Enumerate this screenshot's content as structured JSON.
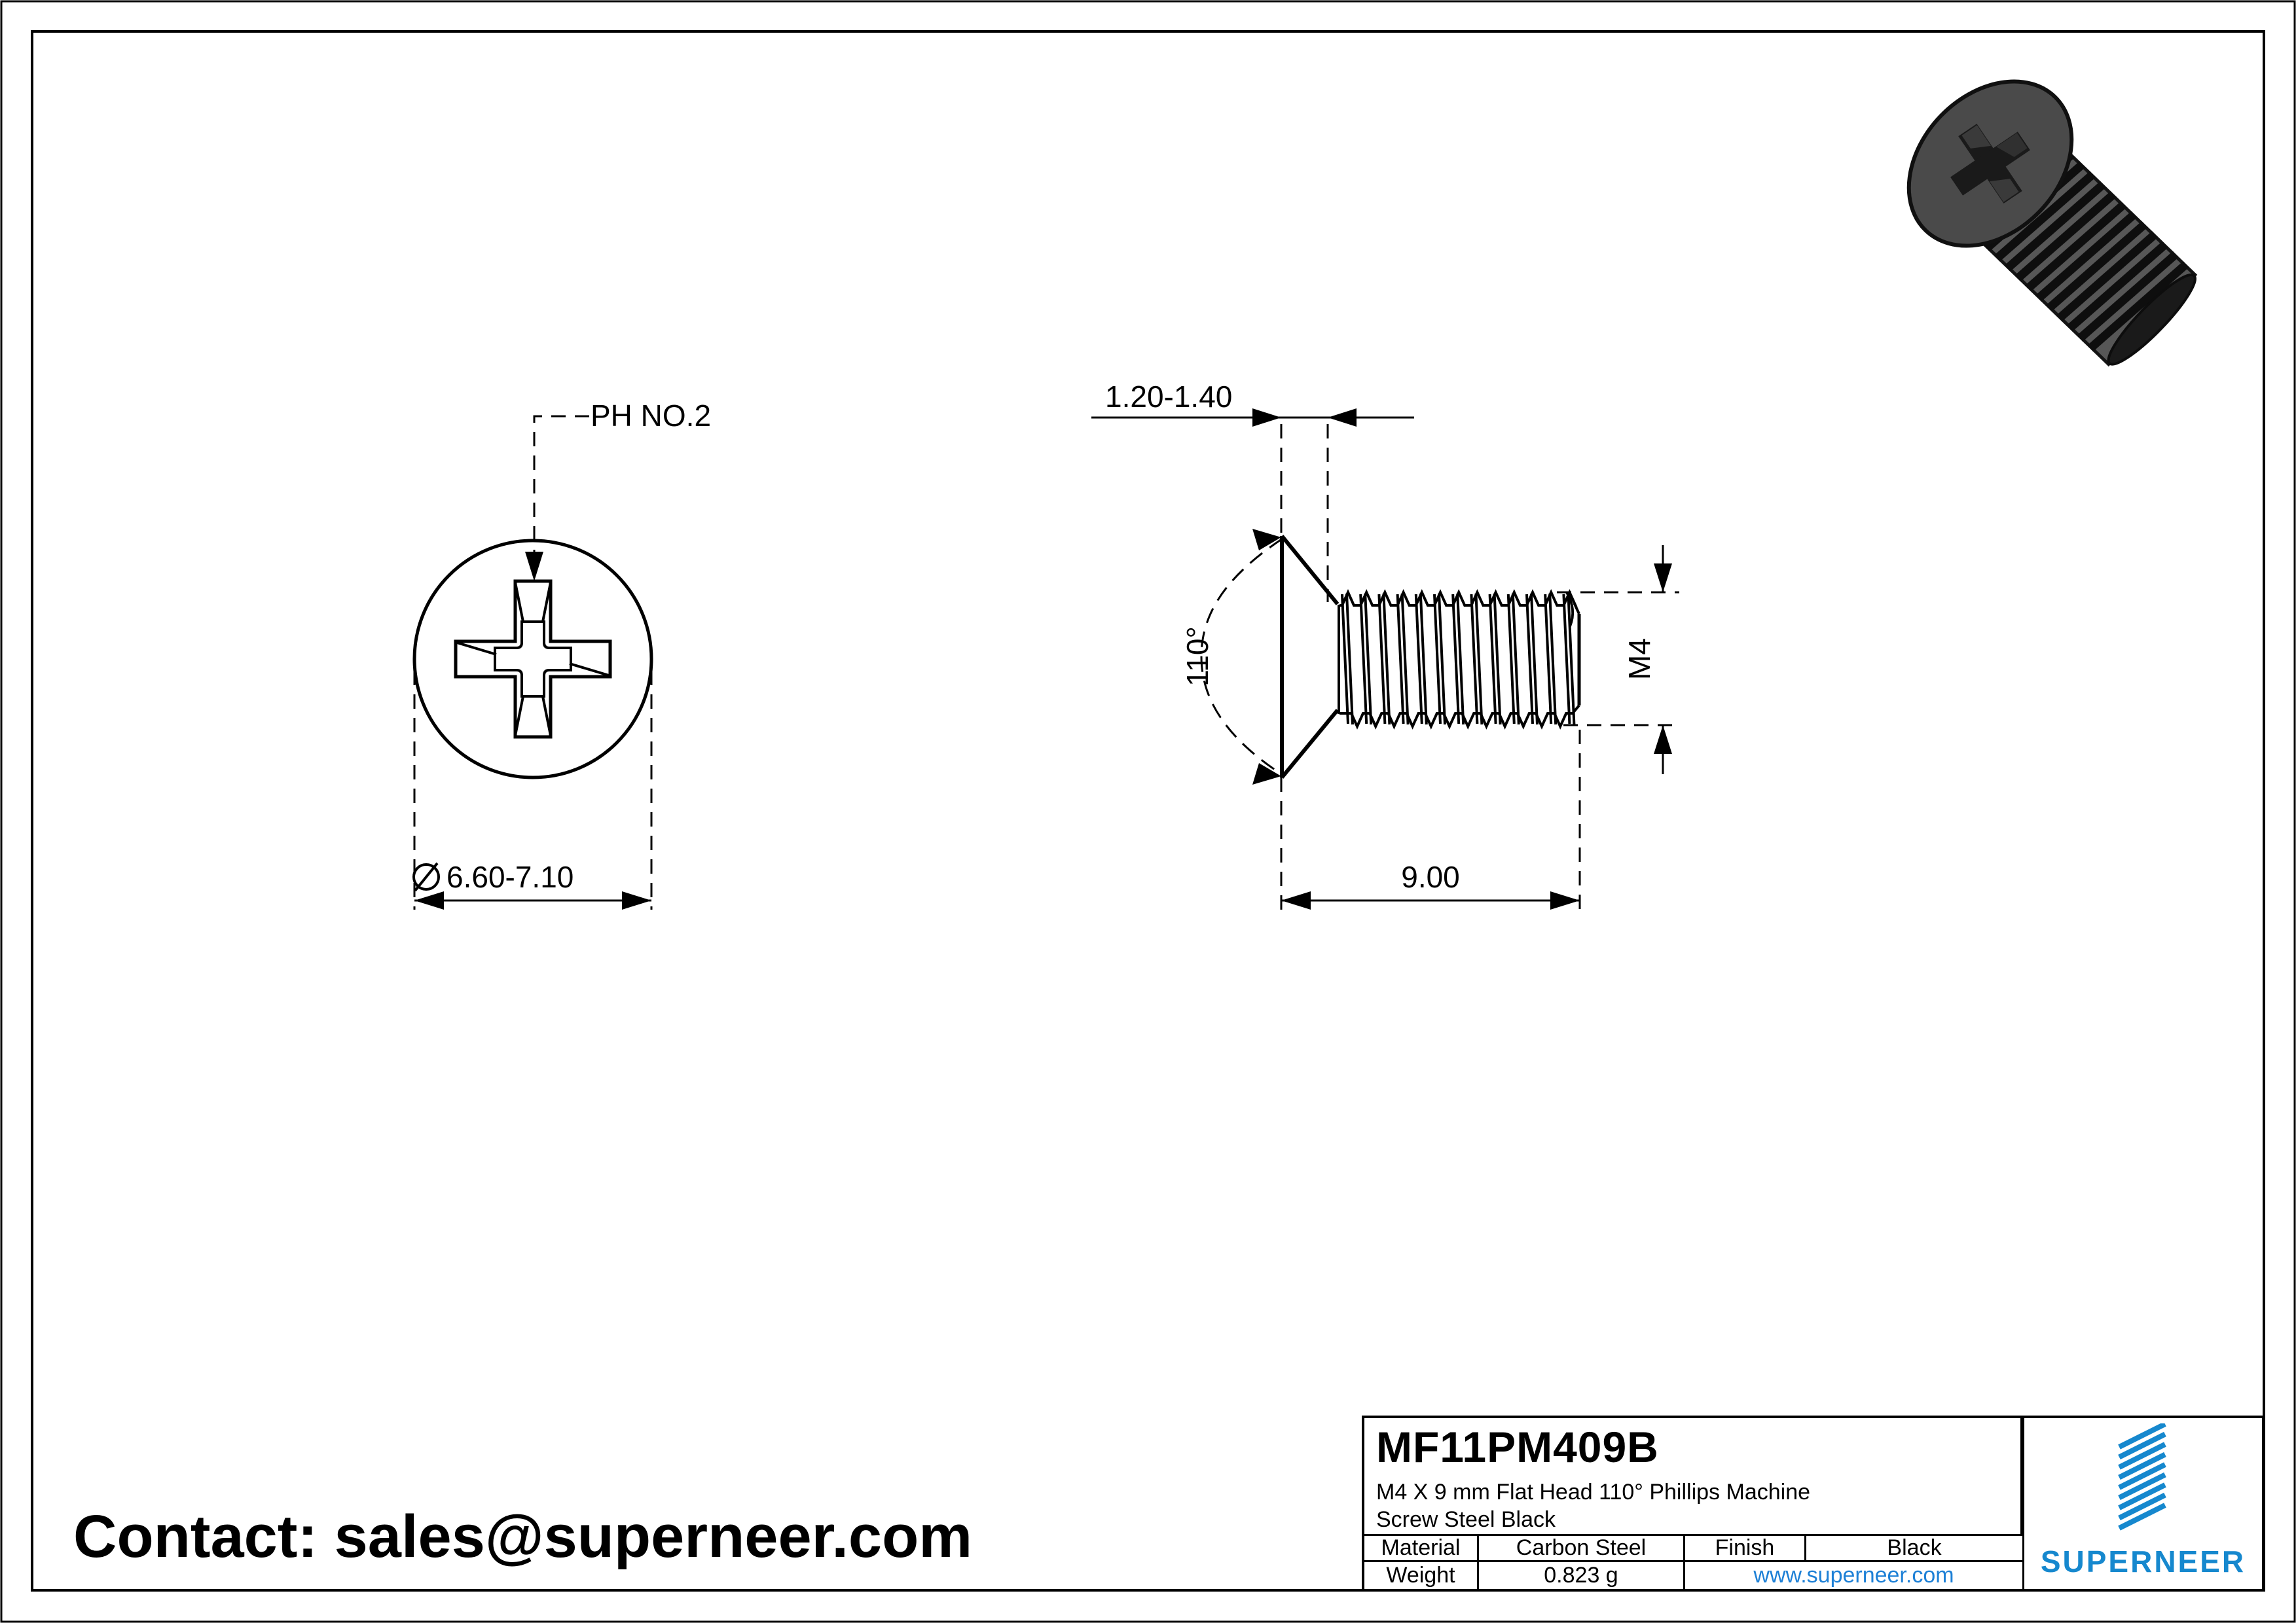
{
  "page": {
    "contact": "Contact: sales@superneer.com"
  },
  "colors": {
    "brand_blue": "#1688ce",
    "link_blue": "#1d80d6",
    "line_black": "#000000",
    "screw_dark": "#454545"
  },
  "top_view": {
    "callout": "PH NO.2",
    "diameter_symbol": "⌀",
    "diameter": "6.60-7.10"
  },
  "side_view": {
    "head_edge_thickness": "1.20-1.40",
    "head_angle": "110°",
    "thread_size": "M4",
    "length": "9.00"
  },
  "title_block": {
    "part_number": "MF11PM409B",
    "description_line1": "M4 X 9 mm  Flat Head 110° Phillips Machine",
    "description_line2": "Screw Steel Black",
    "material_label": "Material",
    "material_value": "Carbon Steel",
    "finish_label": "Finish",
    "finish_value": "Black",
    "weight_label": "Weight",
    "weight_value": "0.823 g",
    "website": "www.superneer.com",
    "brand": "SUPERNEER"
  }
}
